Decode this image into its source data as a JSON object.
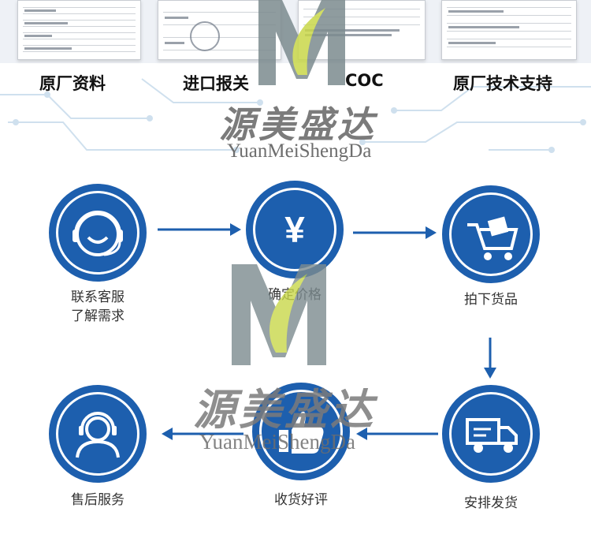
{
  "header_cards": [
    {
      "label": "原厂资料"
    },
    {
      "label": "进口报关"
    },
    {
      "label": "COC"
    },
    {
      "label": "原厂技术支持"
    }
  ],
  "watermark": {
    "chinese": "源美盛达",
    "english": "YuanMeiShengDa",
    "logo_letter": "M"
  },
  "steps": [
    {
      "line1": "联系客服",
      "line2": "了解需求",
      "icon": "headset-smile-icon"
    },
    {
      "line1": "确定价格",
      "line2": "",
      "icon": "yen-icon"
    },
    {
      "line1": "拍下货品",
      "line2": "",
      "icon": "shopping-cart-icon"
    },
    {
      "line1": "安排发货",
      "line2": "",
      "icon": "delivery-truck-icon"
    },
    {
      "line1": "收货好评",
      "line2": "",
      "icon": "thumbs-up-icon"
    },
    {
      "line1": "售后服务",
      "line2": "",
      "icon": "customer-service-icon"
    }
  ],
  "yen_symbol": "¥",
  "colors": {
    "primary": "#1d5fae",
    "text": "#333333",
    "watermark": "#7b7b7b",
    "logo_green": "#c9d84a"
  }
}
